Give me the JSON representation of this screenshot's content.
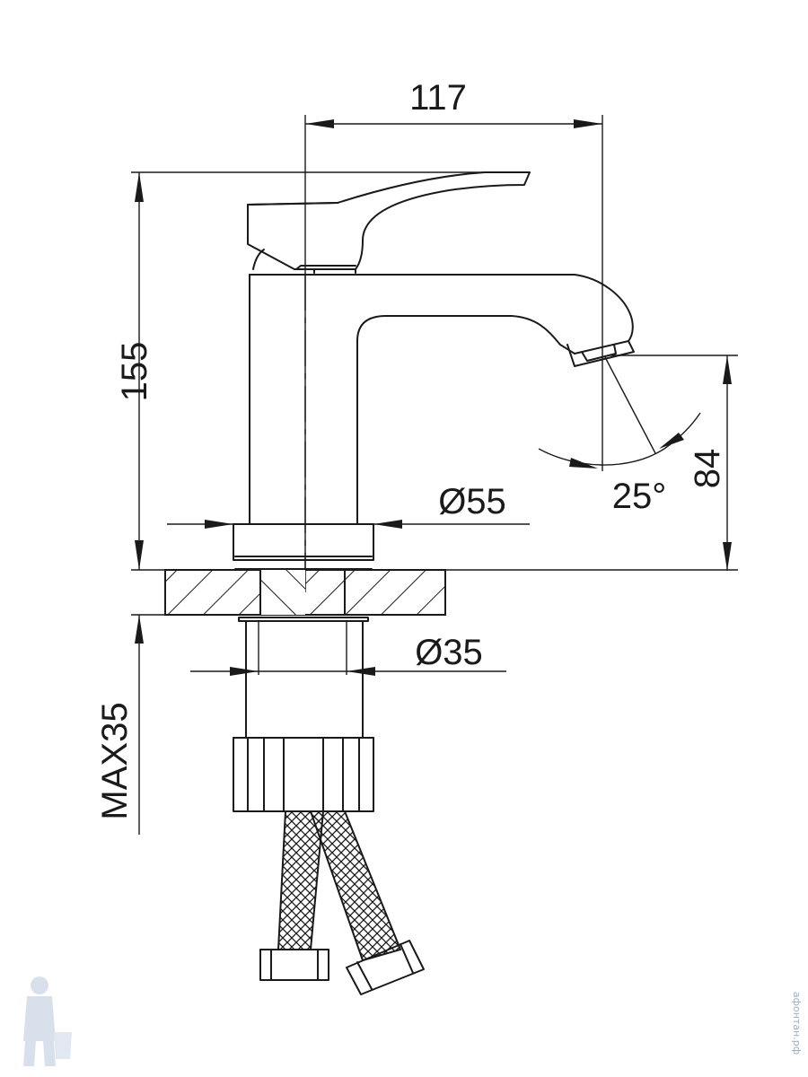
{
  "dimensions": {
    "width_117": "117",
    "height_155": "155",
    "diameter_55": "Ø55",
    "spout_height_84": "84",
    "angle_25": "25°",
    "diameter_35": "Ø35",
    "max_35": "MAX35"
  },
  "watermark": {
    "text": "афонтан.рф"
  },
  "colors": {
    "line": "#1a1a1a",
    "watermark": "#9aaec6"
  }
}
